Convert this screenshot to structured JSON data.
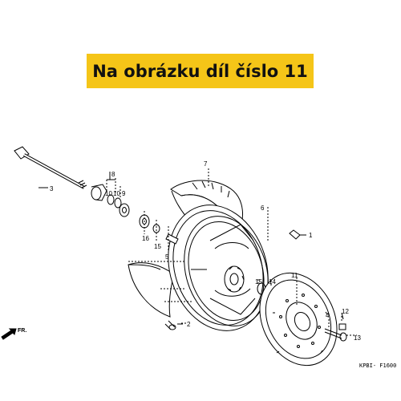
{
  "banner": {
    "text": "Na obrázku díl číslo 11",
    "color": "#f5c518"
  },
  "direction_label": "FR.",
  "diagram_code": "KPBI- F1600",
  "callouts": [
    {
      "id": "c1",
      "label": "1"
    },
    {
      "id": "c2",
      "label": "2"
    },
    {
      "id": "c3",
      "label": "3"
    },
    {
      "id": "c4",
      "label": "4"
    },
    {
      "id": "c5",
      "label": "5"
    },
    {
      "id": "c6",
      "label": "6"
    },
    {
      "id": "c7",
      "label": "7"
    },
    {
      "id": "c8",
      "label": "8"
    },
    {
      "id": "c9",
      "label": "9"
    },
    {
      "id": "c10a",
      "label": "10"
    },
    {
      "id": "c10b",
      "label": "10"
    },
    {
      "id": "c11",
      "label": "11"
    },
    {
      "id": "c12",
      "label": "12"
    },
    {
      "id": "c13",
      "label": "13"
    },
    {
      "id": "c14",
      "label": "14"
    },
    {
      "id": "c15a",
      "label": "15"
    },
    {
      "id": "c15b",
      "label": "15"
    },
    {
      "id": "c16",
      "label": "16"
    }
  ]
}
